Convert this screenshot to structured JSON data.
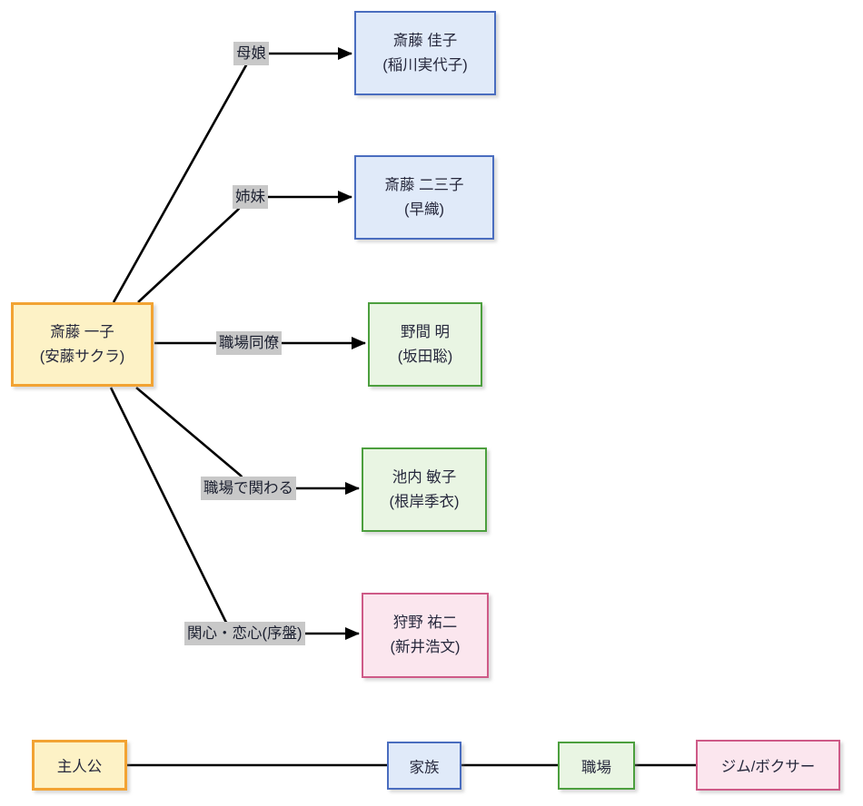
{
  "diagram": {
    "title": "character-relationship-diagram",
    "main": {
      "name": "斎藤 一子",
      "actor": "(安藤サクラ)",
      "category": "protagonist"
    },
    "nodes": [
      {
        "name": "斎藤 佳子",
        "actor": "(稲川実代子)",
        "category": "family"
      },
      {
        "name": "斎藤 二三子",
        "actor": "(早織)",
        "category": "family"
      },
      {
        "name": "野間 明",
        "actor": "(坂田聡)",
        "category": "workplace"
      },
      {
        "name": "池内 敏子",
        "actor": "(根岸季衣)",
        "category": "workplace"
      },
      {
        "name": "狩野 祐二",
        "actor": "(新井浩文)",
        "category": "gym"
      }
    ],
    "edges": [
      {
        "label": "母娘",
        "from": "斎藤 一子",
        "to": "斎藤 佳子"
      },
      {
        "label": "姉妹",
        "from": "斎藤 一子",
        "to": "斎藤 二三子"
      },
      {
        "label": "職場同僚",
        "from": "斎藤 一子",
        "to": "野間 明"
      },
      {
        "label": "職場で関わる",
        "from": "斎藤 一子",
        "to": "池内 敏子"
      },
      {
        "label": "関心・恋心(序盤)",
        "from": "斎藤 一子",
        "to": "狩野 祐二"
      }
    ],
    "legend": [
      {
        "label": "主人公",
        "category": "protagonist"
      },
      {
        "label": "家族",
        "category": "family"
      },
      {
        "label": "職場",
        "category": "workplace"
      },
      {
        "label": "ジム/ボクサー",
        "category": "gym"
      }
    ],
    "colors": {
      "protagonist_border": "#F2A333",
      "protagonist_fill": "#FDF2C6",
      "family_border": "#4A6DBF",
      "family_fill": "#E0EAF9",
      "workplace_border": "#4C9F3E",
      "workplace_fill": "#E9F5E3",
      "gym_border": "#CE5A87",
      "gym_fill": "#FBE6EE",
      "edge_label_background": "#C8C8C8",
      "line": "#000000"
    }
  }
}
